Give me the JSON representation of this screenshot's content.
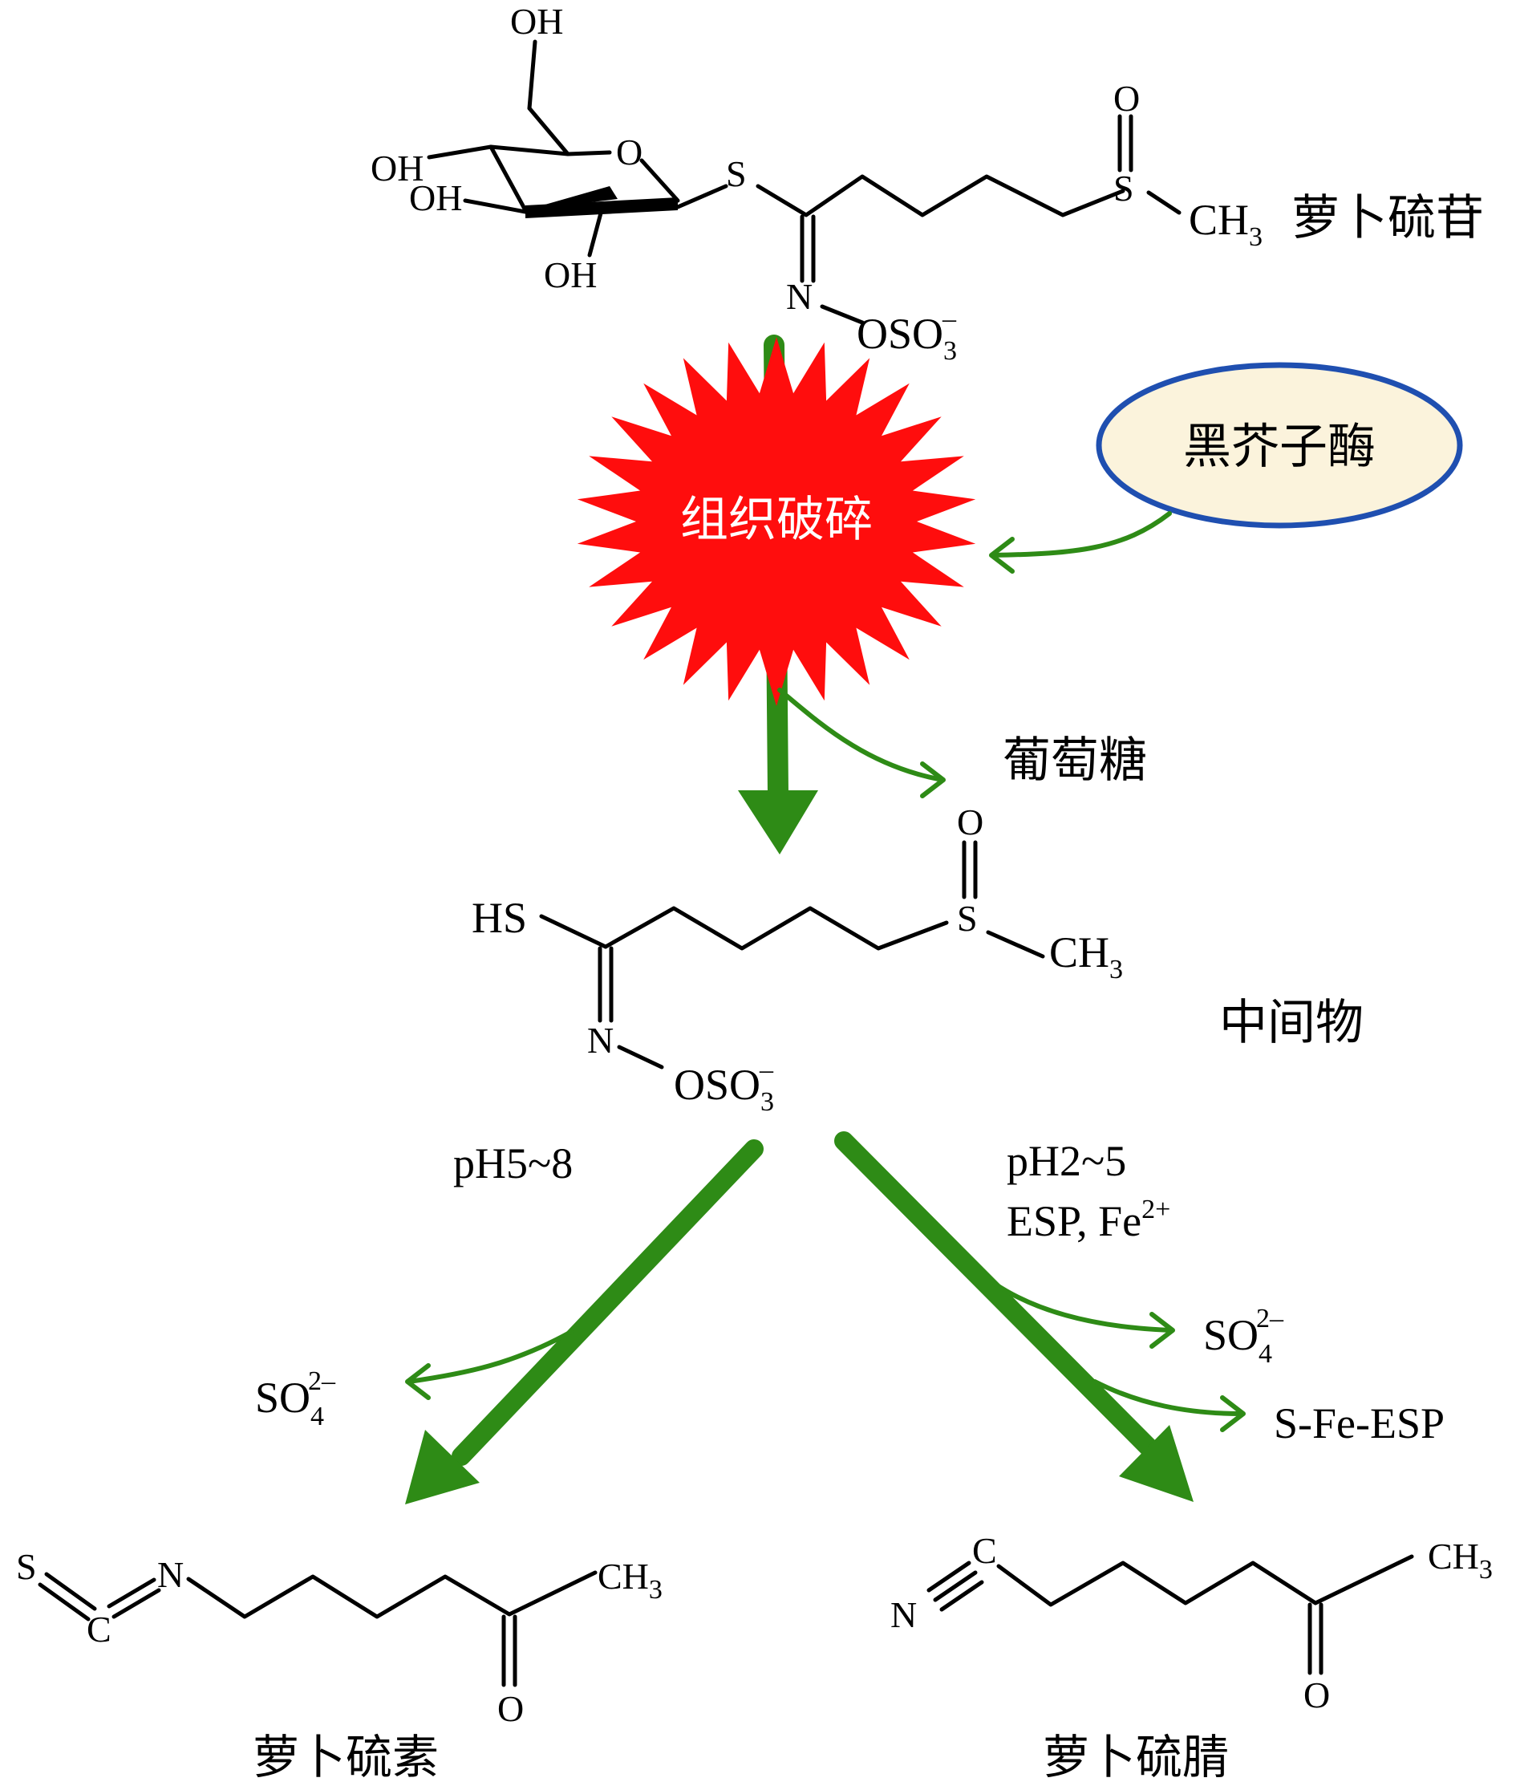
{
  "colors": {
    "arrow": "#2e8b16",
    "burst_fill": "#ff0d0d",
    "burst_text": "#ffffff",
    "enzyme_fill": "#fbf3dc",
    "enzyme_stroke": "#1f4fb0"
  },
  "glucoraphanin": {
    "name": "萝卜硫苷",
    "atoms": {
      "oh_top": "OH",
      "oh_left1": "OH",
      "oh_left2": "OH",
      "oh_bottom": "OH",
      "ring_o": "O",
      "s_link": "S",
      "n": "N",
      "oso3": "OSO",
      "oso3_sub": "3",
      "oso3_sup": "–",
      "sulfoxide_s": "S",
      "sulfoxide_o": "O",
      "ch3": "CH",
      "ch3_sub": "3"
    }
  },
  "tissue_disruption": "组织破碎",
  "myrosinase": "黑芥子酶",
  "glucose": "葡萄糖",
  "intermediate": {
    "name": "中间物",
    "atoms": {
      "hs": "HS",
      "n": "N",
      "oso3": "OSO",
      "oso3_sub": "3",
      "oso3_sup": "–",
      "sulfoxide_s": "S",
      "sulfoxide_o": "O",
      "ch3": "CH",
      "ch3_sub": "3"
    }
  },
  "left_branch": {
    "condition": "pH5~8",
    "byproduct": "SO",
    "byproduct_sub": "4",
    "byproduct_sup": "2–"
  },
  "right_branch": {
    "condition_1": "pH2~5",
    "condition_2": "ESP, Fe",
    "condition_2_sup": "2+",
    "byproduct_1": "SO",
    "byproduct_1_sub": "4",
    "byproduct_1_sup": "2–",
    "byproduct_2": "S-Fe-ESP"
  },
  "sulforaphane": {
    "name": "萝卜硫素",
    "atoms": {
      "s": "S",
      "c": "C",
      "n": "N",
      "o": "O",
      "ch3": "CH",
      "ch3_sub": "3"
    }
  },
  "sulforaphane_nitrile": {
    "name": "萝卜硫腈",
    "atoms": {
      "n": "N",
      "c": "C",
      "o": "O",
      "ch3": "CH",
      "ch3_sub": "3"
    }
  }
}
